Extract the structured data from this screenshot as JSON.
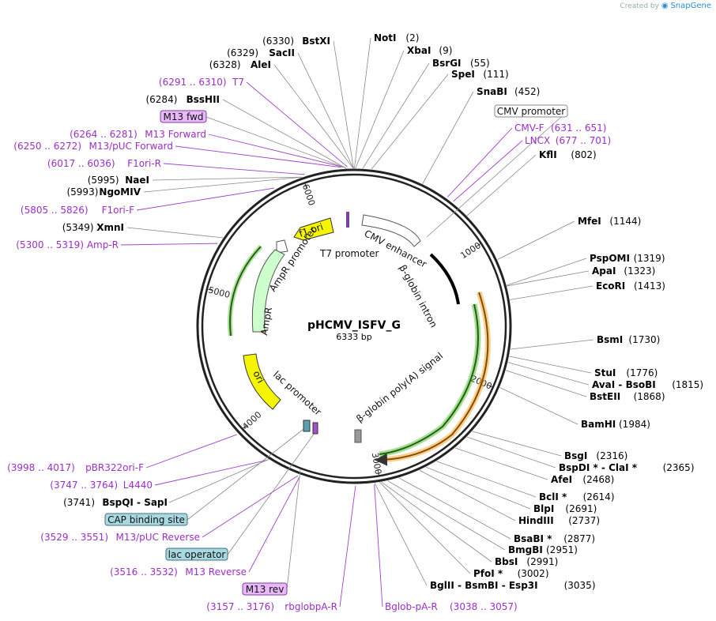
{
  "brand": {
    "created_by": "Created by",
    "product": "SnapGene"
  },
  "plasmid": {
    "name": "pHCMV_ISFV_G",
    "length": "6333 bp"
  },
  "ring_ticks": [
    "1000",
    "2000",
    "3000",
    "4000",
    "5000",
    "6000"
  ],
  "sites_left": [
    {
      "pos": "(6330)",
      "name": "BstXI"
    },
    {
      "pos": "(6329)",
      "name": "SacII"
    },
    {
      "pos": "(6328)",
      "name": "AleI"
    },
    {
      "pos": "(6284)",
      "name": "BssHII"
    },
    {
      "pos": "(5995)",
      "name": "NaeI"
    },
    {
      "pos": "(5993)",
      "name": "NgoMIV"
    },
    {
      "pos": "(5349)",
      "name": "XmnI"
    }
  ],
  "sites_right": [
    {
      "name": "NotI",
      "pos": "(2)"
    },
    {
      "name": "XbaI",
      "pos": "(9)"
    },
    {
      "name": "BsrGI",
      "pos": "(55)"
    },
    {
      "name": "SpeI",
      "pos": "(111)"
    },
    {
      "name": "SnaBI",
      "pos": "(452)"
    },
    {
      "name": "KflI",
      "pos": "(802)"
    },
    {
      "name": "MfeI",
      "pos": "(1144)"
    },
    {
      "name": "PspOMI",
      "pos": "(1319)"
    },
    {
      "name": "ApaI",
      "pos": "(1323)"
    },
    {
      "name": "EcoRI",
      "pos": "(1413)"
    },
    {
      "name": "BsmI",
      "pos": "(1730)"
    },
    {
      "name": "StuI",
      "pos": "(1776)"
    },
    {
      "name": "AvaI - BsoBI",
      "pos": "(1815)"
    },
    {
      "name": "BstEII",
      "pos": "(1868)"
    },
    {
      "name": "BamHI",
      "pos": "(1984)"
    },
    {
      "name": "BsgI",
      "pos": "(2316)"
    },
    {
      "name": "BspDI * - ClaI *",
      "pos": "(2365)"
    },
    {
      "name": "AfeI",
      "pos": "(2468)"
    },
    {
      "name": "BclI *",
      "pos": "(2614)"
    },
    {
      "name": "BlpI",
      "pos": "(2691)"
    },
    {
      "name": "HindIII",
      "pos": "(2737)"
    },
    {
      "name": "BsaBI *",
      "pos": "(2877)"
    },
    {
      "name": "BmgBI",
      "pos": "(2951)"
    },
    {
      "name": "BbsI",
      "pos": "(2991)"
    },
    {
      "name": "PfoI *",
      "pos": "(3002)"
    },
    {
      "name": "BglII - BsmBI - Esp3I",
      "pos": "(3035)"
    }
  ],
  "bottom_left_site": {
    "pos": "(3741)",
    "name": "BspQI - SapI"
  },
  "primers_left": [
    {
      "range": "(6291 .. 6310)",
      "name": "T7"
    },
    {
      "range": "(6264 .. 6281)",
      "name": "M13 Forward"
    },
    {
      "range": "(6250 .. 6272)",
      "name": "M13/pUC Forward"
    },
    {
      "range": "(6017 .. 6036)",
      "name": "F1ori-R"
    },
    {
      "range": "(5805 .. 5826)",
      "name": "F1ori-F"
    },
    {
      "range": "(5300 .. 5319)",
      "name": "Amp-R"
    },
    {
      "range": "(3998 .. 4017)",
      "name": "pBR322ori-F"
    },
    {
      "range": "(3747 .. 3764)",
      "name": "L4440"
    },
    {
      "range": "(3529 .. 3551)",
      "name": "M13/pUC Reverse"
    },
    {
      "range": "(3516 .. 3532)",
      "name": "M13 Reverse"
    },
    {
      "range": "(3157 .. 3176)",
      "name": "rbglobpA-R"
    }
  ],
  "primers_right": [
    {
      "name": "CMV-F",
      "range": "(631 .. 651)"
    },
    {
      "name": "LNCX",
      "range": "(677 .. 701)"
    },
    {
      "name": "Bglob-pA-R",
      "range": "(3038 .. 3057)"
    }
  ],
  "boxed_labels": {
    "cmv_promoter": "CMV promoter",
    "m13_fwd": "M13 fwd",
    "cap_site": "CAP binding site",
    "lac_operator": "lac operator",
    "m13_rev": "M13 rev"
  },
  "features": {
    "cmv_enhancer": "CMV enhancer",
    "beta_globin_intron": "β-globin intron",
    "beta_globin_polya": "β-globin poly(A) signal",
    "t7_promoter": "T7 promoter",
    "f1_ori": "f1 ori",
    "ampr_promoter": "AmpR promoter",
    "ampr": "AmpR",
    "ori": "ori",
    "lac_promoter": "lac promoter"
  },
  "colors": {
    "f1_ori": "#f5f500",
    "ori": "#f5f500",
    "ampr": "#ccffcc",
    "primer": "#9b2fc8",
    "m13_box": "#e8b8f8",
    "cap_box": "#a8d8e0",
    "orf_green": "#5bc236",
    "orf_orange": "#f0b040"
  }
}
